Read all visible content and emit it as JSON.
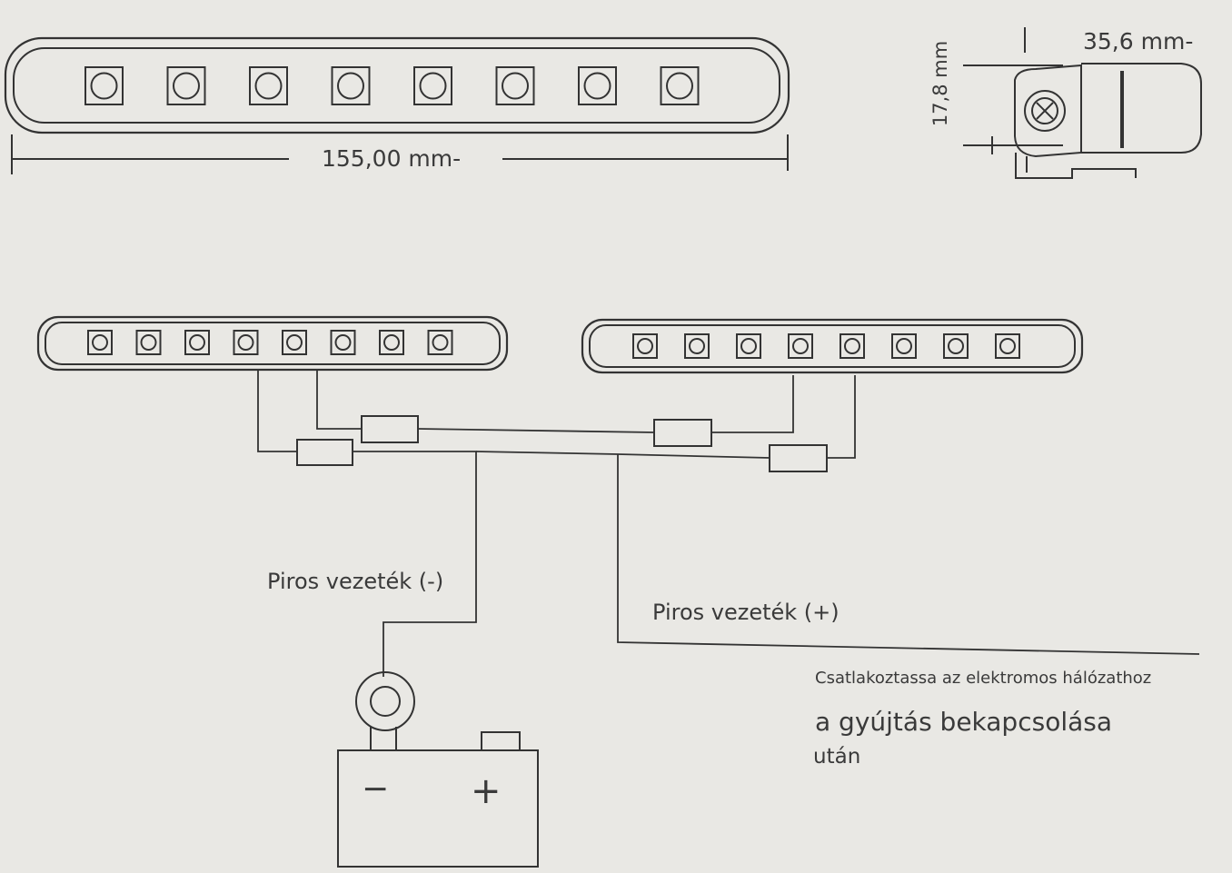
{
  "dimensions": {
    "length": "155,00 mm-",
    "width": "35,6 mm-",
    "height": "17,8 mm"
  },
  "wires": {
    "negative": "Piros vezeték (-)",
    "positive": "Piros vezeték (+)"
  },
  "instructions": {
    "line1": "Csatlakoztassa az elektromos hálózathoz",
    "line2": "a gyújtás bekapcsolása",
    "line3": "után"
  },
  "battery": {
    "minus": "−",
    "plus": "+"
  },
  "led_count": 8,
  "colors": {
    "background": "#e9e8e4",
    "line": "#333333"
  }
}
